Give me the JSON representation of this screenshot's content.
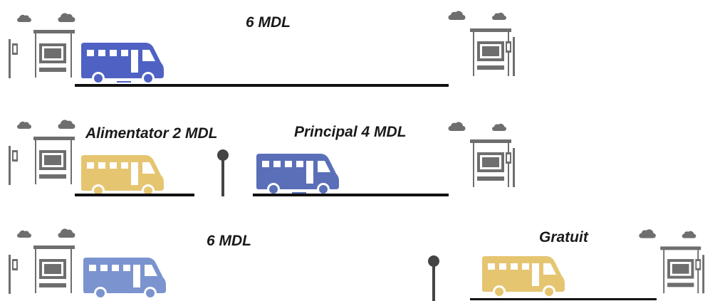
{
  "colors": {
    "bus_blue_dark": "#4f62c4",
    "bus_blue_mid": "#5a6fb8",
    "bus_blue_light": "#7b93cf",
    "bus_yellow": "#e6c571",
    "station_gray": "#6e6e6e",
    "road": "#111111"
  },
  "icons": [
    "bus-stop-shelter-icon",
    "bus-icon",
    "transfer-stop-icon"
  ],
  "rows": [
    {
      "price_label": "6 MDL"
    },
    {
      "feeder_label": "Alimentator 2 MDL",
      "main_label": "Principal 4 MDL"
    },
    {
      "price_label": "6 MDL",
      "free_label": "Gratuit"
    }
  ]
}
